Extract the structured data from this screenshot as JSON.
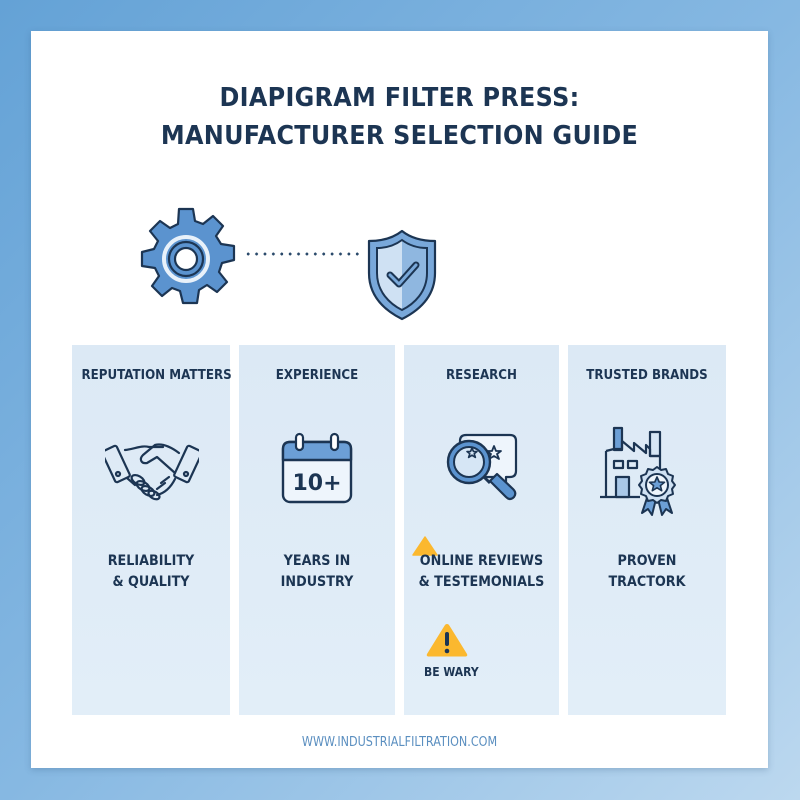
{
  "title": {
    "line1": "DIAPIGRAM FILTER PRESS:",
    "line2": "MANUFACTURER SELECTION GUIDE"
  },
  "hero": {
    "left_icon": "gear-icon",
    "connector": "dotted-line",
    "right_icon": "shield-check-icon"
  },
  "panels": [
    {
      "heading": "REPUTATION MATTERS",
      "icon": "handshake-icon",
      "caption_line1": "RELIABILITY",
      "caption_line2": "& QUALITY"
    },
    {
      "heading": "EXPERIENCE",
      "icon": "calendar-icon",
      "icon_text": "10+",
      "caption_line1": "YEARS IN",
      "caption_line2": "INDUSTRY"
    },
    {
      "heading": "RESEARCH",
      "icon": "magnifier-reviews-icon",
      "caption_line1": "ONLINE REVIEWS",
      "caption_line2": "& TESTEMONIALS",
      "warning_icon": "warning-triangle-icon",
      "warning_label": "BE WARY"
    },
    {
      "heading": "TRUSTED BRANDS",
      "icon": "factory-award-icon",
      "caption_line1": "PROVEN",
      "caption_line2": "TRACTORK"
    }
  ],
  "footer": {
    "url": "WWW.INDUSTRIALFILTRATION.COM"
  },
  "colors": {
    "navy": "#1c3553",
    "icon_blue": "#5b93cf",
    "icon_light": "#a9c8e8",
    "panel_bg": "#dce9f5",
    "warning": "#fbb82f",
    "footer_text": "#5b8fc0",
    "bg_top_left": "#64a2d6",
    "bg_bottom_right": "#bcd8ef"
  }
}
